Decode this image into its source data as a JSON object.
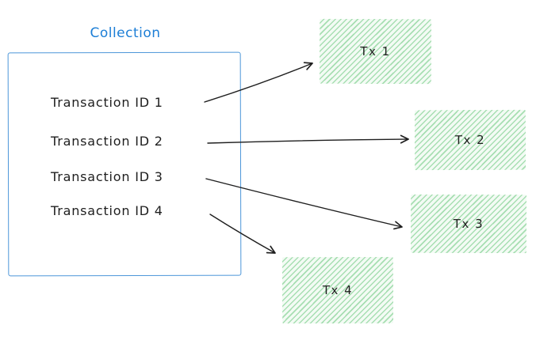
{
  "diagram": {
    "collection": {
      "title": "Collection",
      "items": [
        {
          "label": "Transaction ID 1"
        },
        {
          "label": "Transaction ID 2"
        },
        {
          "label": "Transaction ID 3"
        },
        {
          "label": "Transaction ID 4"
        }
      ]
    },
    "transactions": [
      {
        "label": "Tx 1"
      },
      {
        "label": "Tx 2"
      },
      {
        "label": "Tx 3"
      },
      {
        "label": "Tx 4"
      }
    ],
    "colors": {
      "collection_stroke": "#4c96d9",
      "collection_title_text": "#1c7ed6",
      "transaction_fill": "#f3fbf4",
      "transaction_hatch": "#69c77c",
      "arrow_and_text": "#1e1e1e"
    }
  }
}
